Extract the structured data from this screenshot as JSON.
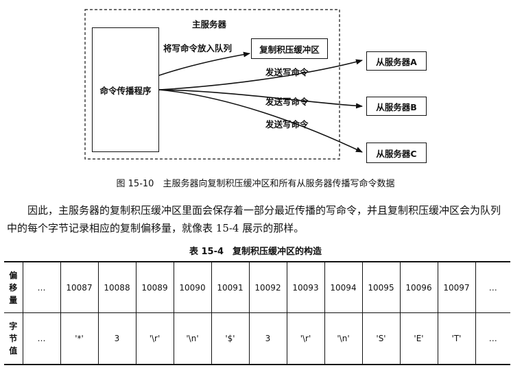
{
  "figure": {
    "master_label": "主服务器",
    "propagator_label": "命令传播程序",
    "enqueue_label": "将写命令放入队列",
    "backlog_label": "复制积压缓冲区",
    "send_labels": [
      "发送写命令",
      "发送写命令",
      "发送写命令"
    ],
    "slaves": [
      "从服务器A",
      "从服务器B",
      "从服务器C"
    ],
    "caption": "图 15-10　主服务器向复制积压缓冲区和所有从服务器传播写命令数据"
  },
  "paragraph": "因此，主服务器的复制积压缓冲区里面会保存着一部分最近传播的写命令，并且复制积压缓冲区会为队列中的每个字节记录相应的复制偏移量，就像表 15-4 展示的那样。",
  "table": {
    "title": "表 15-4　复制积压缓冲区的构造",
    "row_headers": [
      [
        "偏",
        "移",
        "量"
      ],
      [
        "字",
        "节",
        "值"
      ]
    ],
    "offsets": [
      "…",
      "10087",
      "10088",
      "10089",
      "10090",
      "10091",
      "10092",
      "10093",
      "10094",
      "10095",
      "10096",
      "10097",
      "…"
    ],
    "bytes": [
      "…",
      "'*'",
      "3",
      "'\\r'",
      "'\\n'",
      "'$'",
      "3",
      "'\\r'",
      "'\\n'",
      "'S'",
      "'E'",
      "'T'",
      "…"
    ]
  }
}
